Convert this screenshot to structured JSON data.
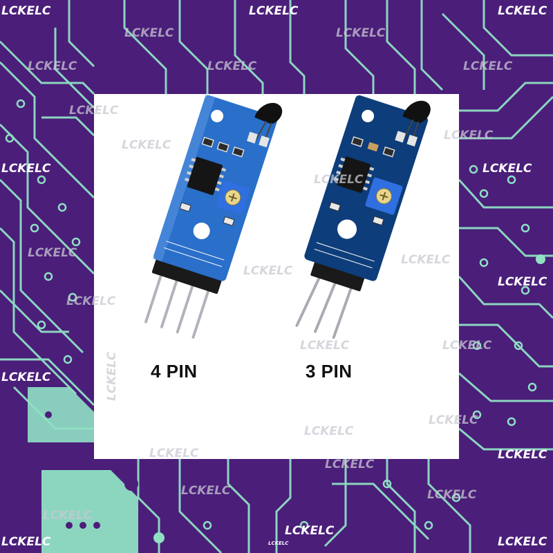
{
  "product": {
    "caption_4pin": "4 PIN",
    "caption_3pin": "3 PIN"
  },
  "watermark": {
    "text": "LCKELC"
  },
  "colors": {
    "background": "#4b1e7a",
    "traces": "#8fe0c4",
    "panel": "#ffffff",
    "board_4pin": "#2a6fc9",
    "board_3pin": "#0d3d7a",
    "potentiometer": "#2f6fe0"
  }
}
